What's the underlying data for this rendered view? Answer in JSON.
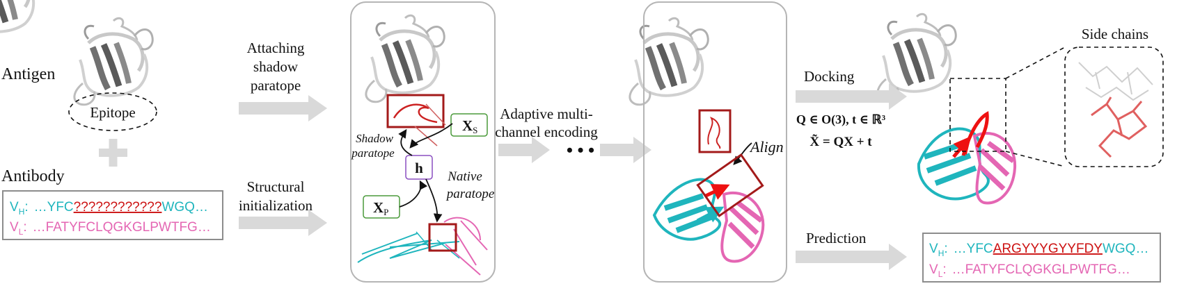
{
  "labels": {
    "antigen": "Antigen",
    "epitope": "Epitope",
    "antibody": "Antibody",
    "attaching_1": "Attaching",
    "attaching_2": "shadow",
    "attaching_3": "paratope",
    "structural_1": "Structural",
    "structural_2": "initialization",
    "adaptive_1": "Adaptive multi-",
    "adaptive_2": "channel encoding",
    "ellipsis": "• • •",
    "shadow_1": "Shadow",
    "shadow_2": "paratope",
    "native_1": "Native",
    "native_2": "paratope",
    "align": "Align",
    "docking": "Docking",
    "eq1": "Q ∈ O(3), t ∈ ℝ³",
    "eq2": "X̃ = QX + t",
    "side_chains": "Side chains",
    "prediction": "Prediction"
  },
  "nodes": {
    "xs_main": "X",
    "xs_sub": "S",
    "xp_main": "X",
    "xp_sub": "P",
    "h": "h"
  },
  "sequences": {
    "input": {
      "vh_label": "V",
      "vh_sub": "H",
      "vl_label": "V",
      "vl_sub": "L",
      "colon": ":",
      "vh_prefix": "…YFC",
      "vh_cdr": "????????????",
      "vh_suffix": "WGQ…",
      "vl_seq": "…FATYFCLQGKGLPWTFG…"
    },
    "output": {
      "vh_label": "V",
      "vh_sub": "H",
      "vl_label": "V",
      "vl_sub": "L",
      "colon": ":",
      "vh_prefix": "…YFC",
      "vh_cdr": "ARGYYYGYYFDY",
      "vh_suffix": "WGQ…",
      "vl_seq": "…FATYFCLQGKGLPWTFG…"
    }
  },
  "colors": {
    "heavy": "#1fb5bd",
    "light": "#e466b3",
    "cdr": "#cc1111",
    "box_red": "#a31a1a",
    "arrow_gray": "#d9d9d9",
    "antigen_dark": "#5a5a5a",
    "antigen_light": "#c8c8c8"
  }
}
